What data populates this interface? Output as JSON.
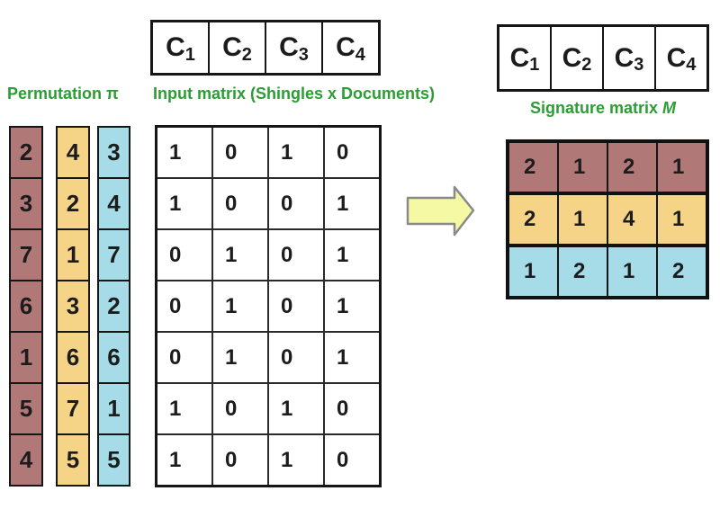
{
  "labels": {
    "permutation": "Permutation π",
    "input_matrix": "Input matrix (Shingles x Documents)",
    "signature_matrix": "Signature matrix ",
    "signature_matrix_emph": "M"
  },
  "colors": {
    "label_green": "#2a9e33",
    "maroon": "#b17878",
    "orange": "#f5d387",
    "blue": "#a5dce8",
    "arrow_fill": "#f6f9a3",
    "arrow_border": "#8a8a8a",
    "border_black": "#161616"
  },
  "input_header": {
    "cols": [
      {
        "base": "C",
        "sub": "1"
      },
      {
        "base": "C",
        "sub": "2"
      },
      {
        "base": "C",
        "sub": "3"
      },
      {
        "base": "C",
        "sub": "4"
      }
    ]
  },
  "signature_header": {
    "cols": [
      {
        "base": "C",
        "sub": "1"
      },
      {
        "base": "C",
        "sub": "2"
      },
      {
        "base": "C",
        "sub": "3"
      },
      {
        "base": "C",
        "sub": "4"
      }
    ]
  },
  "permutation": {
    "columns": [
      {
        "name": "permutation-1",
        "color": "#b17878",
        "values": [
          "2",
          "3",
          "7",
          "6",
          "1",
          "5",
          "4"
        ]
      },
      {
        "name": "permutation-2",
        "color": "#f5d387",
        "values": [
          "4",
          "2",
          "1",
          "3",
          "6",
          "7",
          "5"
        ]
      },
      {
        "name": "permutation-3",
        "color": "#a5dce8",
        "values": [
          "3",
          "4",
          "7",
          "2",
          "6",
          "1",
          "5"
        ]
      }
    ]
  },
  "input_matrix": {
    "rows": [
      [
        "1",
        "0",
        "1",
        "0"
      ],
      [
        "1",
        "0",
        "0",
        "1"
      ],
      [
        "0",
        "1",
        "0",
        "1"
      ],
      [
        "0",
        "1",
        "0",
        "1"
      ],
      [
        "0",
        "1",
        "0",
        "1"
      ],
      [
        "1",
        "0",
        "1",
        "0"
      ],
      [
        "1",
        "0",
        "1",
        "0"
      ]
    ]
  },
  "signature_matrix": {
    "rows": [
      {
        "color": "#b17878",
        "values": [
          "2",
          "1",
          "2",
          "1"
        ]
      },
      {
        "color": "#f5d387",
        "values": [
          "2",
          "1",
          "4",
          "1"
        ]
      },
      {
        "color": "#a5dce8",
        "values": [
          "1",
          "2",
          "1",
          "2"
        ]
      }
    ]
  },
  "arrow": {
    "direction": "right"
  }
}
